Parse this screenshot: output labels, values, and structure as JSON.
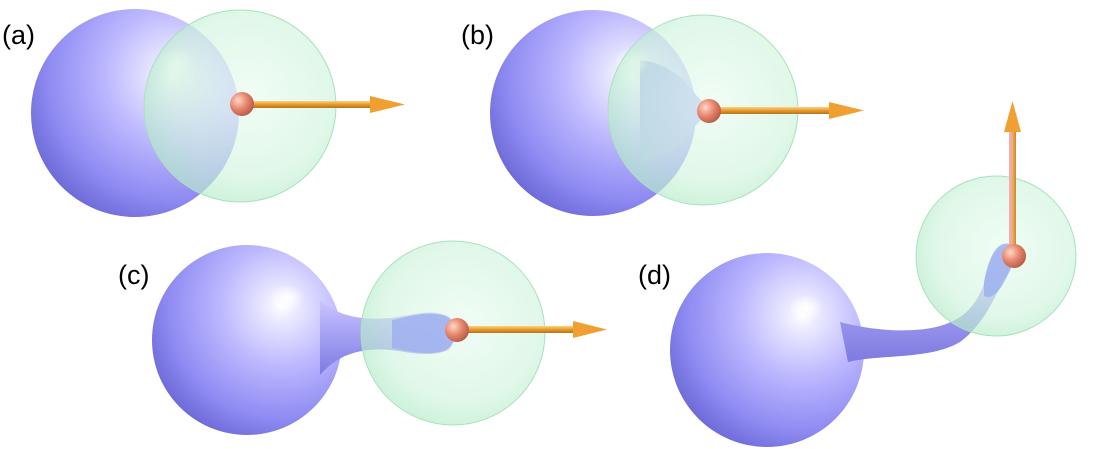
{
  "figure": {
    "panels": [
      {
        "label": "(a)"
      },
      {
        "label": "(b)"
      },
      {
        "label": "(c)"
      },
      {
        "label": "(d)"
      }
    ],
    "colors": {
      "blue_body": "#8f8ff2",
      "green_sphere": "#bff2d0",
      "tip_bead": "#e88a70",
      "arrow": "#f0a030"
    }
  }
}
